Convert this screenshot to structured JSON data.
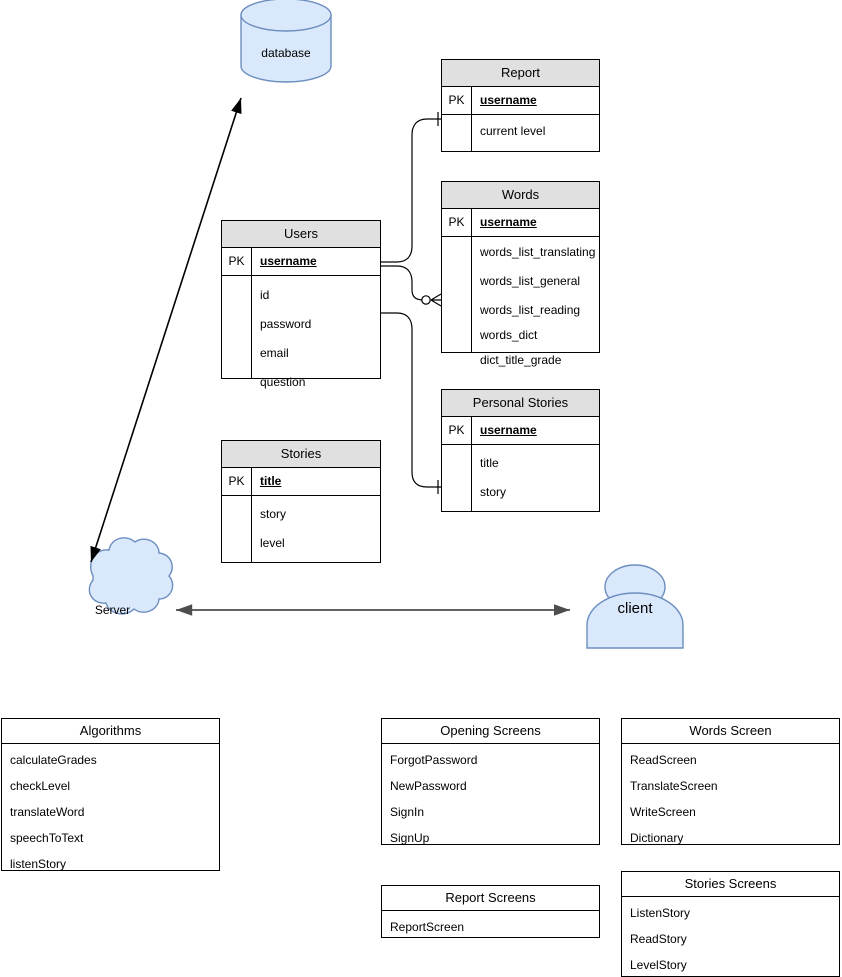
{
  "diagram": {
    "title": "System architecture and database ER diagram",
    "colors": {
      "shape_fill": "#dae8fc",
      "shape_stroke": "#6c8ebf",
      "table_header_fill": "#e0e0e0",
      "table_stroke": "#000000",
      "connector_stroke": "#000000",
      "arrow_stroke": "#4d4d4d",
      "text": "#000000"
    }
  },
  "nodes": {
    "database": {
      "label": "database",
      "shape": "cylinder"
    },
    "server": {
      "label": "Server",
      "shape": "cloud"
    },
    "client": {
      "label": "client",
      "shape": "actor"
    }
  },
  "er_tables": [
    {
      "id": "report",
      "title": "Report",
      "pk_label": "PK",
      "pk_field": "username",
      "fields": [
        "current level"
      ]
    },
    {
      "id": "words",
      "title": "Words",
      "pk_label": "PK",
      "pk_field": "username",
      "fields": [
        "words_list_translating",
        "words_list_general",
        "words_list_reading",
        "words_dict",
        "dict_title_grade"
      ]
    },
    {
      "id": "users",
      "title": "Users",
      "pk_label": "PK",
      "pk_field": "username",
      "fields": [
        "id",
        "password",
        "email",
        "question"
      ]
    },
    {
      "id": "personal_stories",
      "title": "Personal Stories",
      "pk_label": "PK",
      "pk_field": "username",
      "fields": [
        "title",
        "story"
      ]
    },
    {
      "id": "stories",
      "title": "Stories",
      "pk_label": "PK",
      "pk_field": "title",
      "fields": [
        "story",
        "level"
      ]
    }
  ],
  "list_boxes": [
    {
      "id": "algorithms",
      "title": "Algorithms",
      "items": [
        "calculateGrades",
        "checkLevel",
        "translateWord",
        "speechToText",
        "listenStory"
      ]
    },
    {
      "id": "opening_screens",
      "title": "Opening Screens",
      "items": [
        "ForgotPassword",
        "NewPassword",
        "SignIn",
        "SignUp"
      ]
    },
    {
      "id": "words_screen",
      "title": "Words Screen",
      "items": [
        "ReadScreen",
        "TranslateScreen",
        "WriteScreen",
        "Dictionary"
      ]
    },
    {
      "id": "report_screens",
      "title": "Report Screens",
      "items": [
        "ReportScreen"
      ]
    },
    {
      "id": "stories_screens",
      "title": "Stories Screens",
      "items": [
        "ListenStory",
        "ReadStory",
        "LevelStory"
      ]
    }
  ],
  "connectors": [
    {
      "id": "server-database",
      "from": "Server",
      "to": "database",
      "style": "double-arrow"
    },
    {
      "id": "server-client",
      "from": "Server",
      "to": "client",
      "style": "double-arrow"
    },
    {
      "id": "users-report",
      "from": "Users",
      "to": "Report",
      "style": "one"
    },
    {
      "id": "users-words",
      "from": "Users",
      "to": "Words",
      "style": "zero-or-many"
    },
    {
      "id": "users-personal-stories",
      "from": "Users",
      "to": "Personal Stories",
      "style": "one"
    }
  ]
}
